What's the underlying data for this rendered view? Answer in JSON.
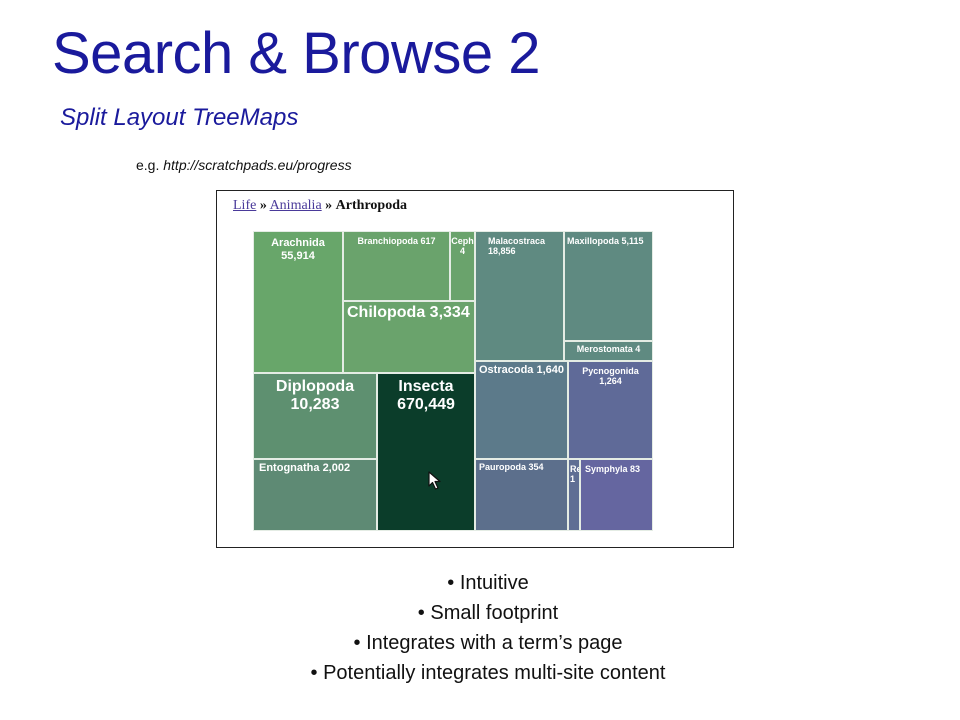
{
  "slide": {
    "title": "Search & Browse 2",
    "subtitle": "Split Layout TreeMaps",
    "example_prefix": "e.g.",
    "example_url": "http://scratchpads.eu/progress"
  },
  "breadcrumb": {
    "items": [
      "Life",
      "Animalia",
      "Arthropoda"
    ],
    "separator": "»"
  },
  "treemap": {
    "tiles": [
      {
        "name": "Arachnida",
        "count": "55,914",
        "color": "#68a66a"
      },
      {
        "name": "Branchiopoda",
        "count": "617",
        "color": "#6aa36c"
      },
      {
        "name": "Ceph",
        "count": "4",
        "color": "#6aa36c"
      },
      {
        "name": "Chilopoda",
        "count": "3,334",
        "color": "#6aa36c"
      },
      {
        "name": "Malacostraca",
        "count": "18,856",
        "color": "#5f8a81"
      },
      {
        "name": "Maxillopoda",
        "count": "5,115",
        "color": "#5f8a81"
      },
      {
        "name": "Merostomata",
        "count": "4",
        "color": "#5f8a81"
      },
      {
        "name": "Diplopoda",
        "count": "10,283",
        "color": "#5e9070"
      },
      {
        "name": "Insecta",
        "count": "670,449",
        "color": "#0b3d2a"
      },
      {
        "name": "Ostracoda",
        "count": "1,640",
        "color": "#5c7a8a"
      },
      {
        "name": "Pycnogonida",
        "count": "1,264",
        "color": "#5f6a98"
      },
      {
        "name": "Entognatha",
        "count": "2,002",
        "color": "#5e8a74"
      },
      {
        "name": "Pauropoda",
        "count": "354",
        "color": "#5c6f8c"
      },
      {
        "name": "Re",
        "count": "1",
        "color": "#5f6e94"
      },
      {
        "name": "Symphyla",
        "count": "83",
        "color": "#6566a0"
      }
    ]
  },
  "bullets": [
    "Intuitive",
    "Small footprint",
    "Integrates with a term’s page",
    "Potentially integrates multi-site content"
  ]
}
